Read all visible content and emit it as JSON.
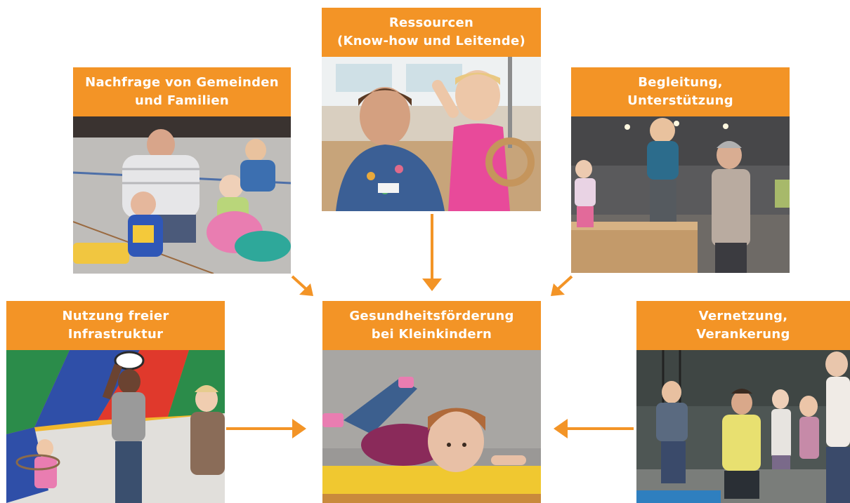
{
  "colors": {
    "accent": "#f39426",
    "arrow": "#f39426",
    "label_text": "#ffffff"
  },
  "center": {
    "title": "Gesundheitsförderung\nbei Kleinkindern",
    "photo": "toddler-on-vaulting-box"
  },
  "inputs": [
    {
      "key": "demand",
      "title": "Nachfrage von Gemeinden\nund Familien",
      "photo": "father-with-children-in-gym"
    },
    {
      "key": "resources",
      "title": "Ressourcen\n(Know-how und Leitende)",
      "photo": "instructor-with-girl-on-rings"
    },
    {
      "key": "support",
      "title": "Begleitung,\nUnterstützung",
      "photo": "boy-on-box-with-helper"
    },
    {
      "key": "infrastructure",
      "title": "Nutzung freier\nInfrastruktur",
      "photo": "children-under-parachute"
    },
    {
      "key": "network",
      "title": "Vernetzung,\nVerankerung",
      "photo": "child-on-rings-with-helper"
    }
  ]
}
